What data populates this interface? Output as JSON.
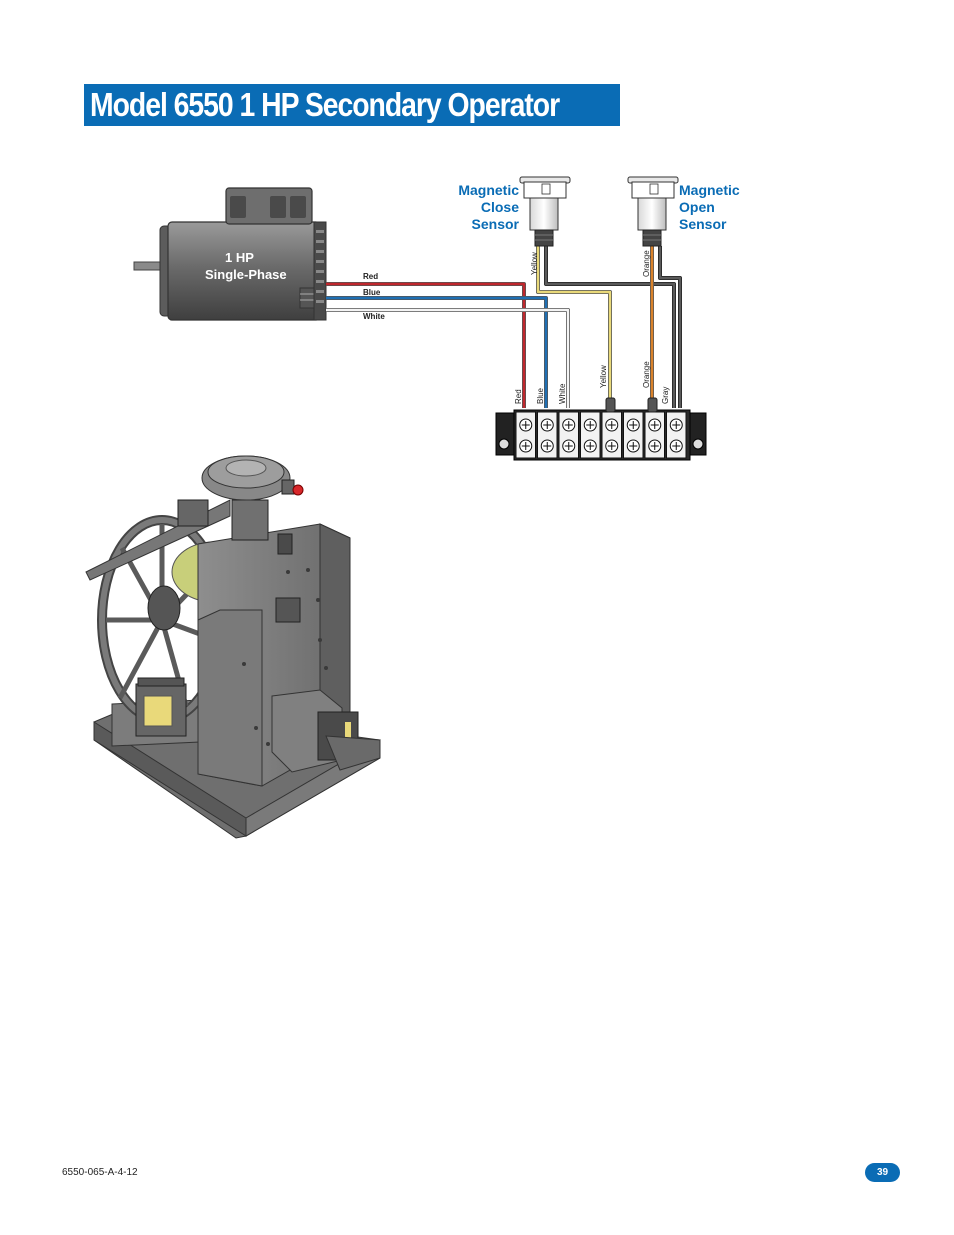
{
  "page": {
    "title": "Model 6550 1 HP Secondary Operator",
    "footer_code": "6550-065-A-4-12",
    "page_number": "39"
  },
  "motor": {
    "line1": "1 HP",
    "line2": "Single-Phase"
  },
  "sensors": {
    "close": {
      "line1": "Magnetic",
      "line2": "Close",
      "line3": "Sensor",
      "lead_color_label": "Yellow"
    },
    "open": {
      "line1": "Magnetic",
      "line2": "Open",
      "line3": "Sensor",
      "lead_color_label": "Orange"
    }
  },
  "motor_wires": [
    "Red",
    "Blue",
    "White"
  ],
  "terminal_labels": [
    "Red",
    "Blue",
    "White",
    "Yellow",
    "Orange",
    "Gray"
  ],
  "colors": {
    "brand_blue": "#0a6cb5",
    "wire_red": "#c0272d",
    "wire_blue": "#1f6fb3",
    "wire_white": "#f4f4f4",
    "wire_yellow": "#e9d97a",
    "wire_orange": "#d9822b",
    "wire_gray": "#555555"
  }
}
